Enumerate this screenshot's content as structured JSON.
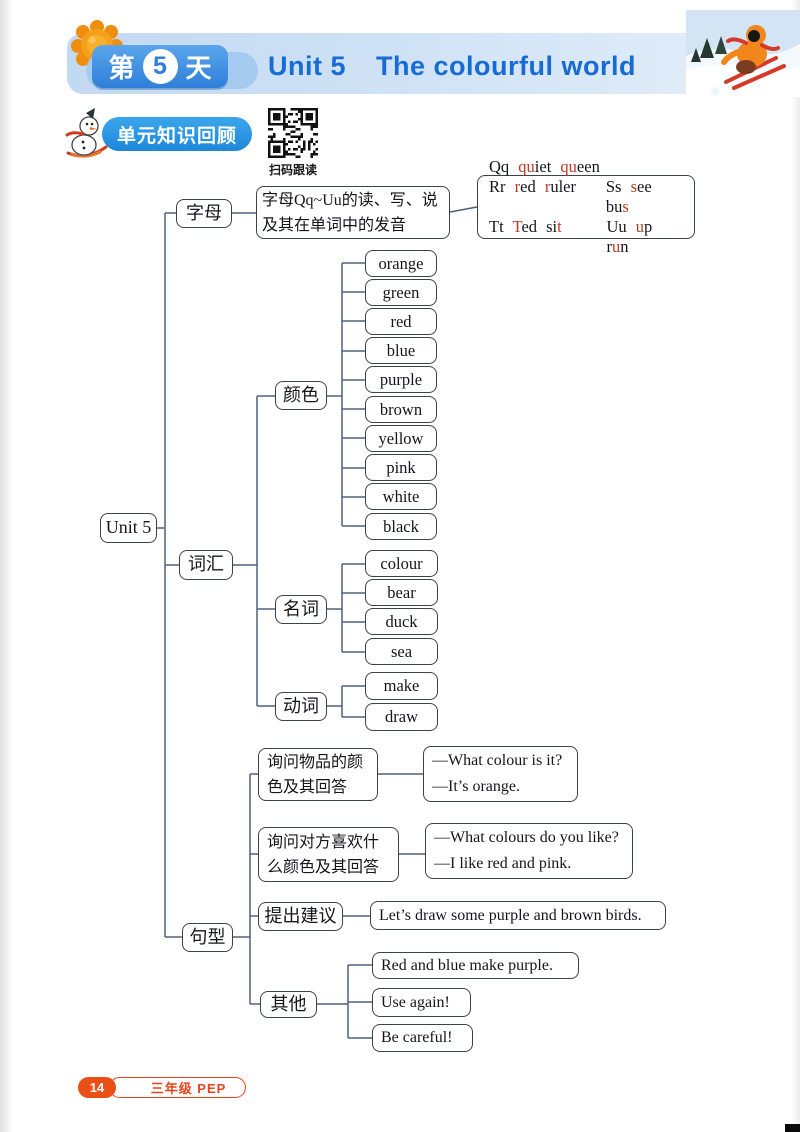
{
  "header": {
    "day_prefix": "第",
    "day_number": "5",
    "day_suffix": "天",
    "unit_label": "Unit 5",
    "unit_title": "The colourful world"
  },
  "review": {
    "badge": "单元知识回顾",
    "qr_caption": "扫码跟读"
  },
  "mindmap": {
    "root": "Unit 5",
    "letters": {
      "label": "字母",
      "desc1": "字母Qq~Uu的读、写、说",
      "desc2": "及其在单词中的发音",
      "phonics": [
        [
          [
            [
              "Qq ",
              "b"
            ],
            [
              "qu",
              "r"
            ],
            [
              "iet ",
              "b"
            ],
            [
              "qu",
              "r"
            ],
            [
              "een",
              "b"
            ]
          ]
        ],
        [
          [
            [
              "Rr ",
              "b"
            ],
            [
              "r",
              "r"
            ],
            [
              "ed ",
              "b"
            ],
            [
              "r",
              "r"
            ],
            [
              "uler",
              "b"
            ]
          ],
          [
            [
              "Ss ",
              "b"
            ],
            [
              "s",
              "r"
            ],
            [
              "ee ",
              "b"
            ],
            [
              "bu",
              "b"
            ],
            [
              "s",
              "r"
            ]
          ]
        ],
        [
          [
            [
              "Tt ",
              "b"
            ],
            [
              "T",
              "r"
            ],
            [
              "ed ",
              "b"
            ],
            [
              "si",
              "b"
            ],
            [
              "t",
              "r"
            ]
          ],
          [
            [
              "Uu ",
              "b"
            ],
            [
              "u",
              "r"
            ],
            [
              "p ",
              "b"
            ],
            [
              "r",
              "b"
            ],
            [
              "u",
              "r"
            ],
            [
              "n",
              "b"
            ]
          ]
        ]
      ]
    },
    "vocab": {
      "label": "词汇",
      "colors": {
        "label": "颜色",
        "items": [
          "orange",
          "green",
          "red",
          "blue",
          "purple",
          "brown",
          "yellow",
          "pink",
          "white",
          "black"
        ]
      },
      "nouns": {
        "label": "名词",
        "items": [
          "colour",
          "bear",
          "duck",
          "sea"
        ]
      },
      "verbs": {
        "label": "动词",
        "items": [
          "make",
          "draw"
        ]
      }
    },
    "sentences": {
      "label": "句型",
      "q1": {
        "topic1": "询问物品的颜",
        "topic2": "色及其回答",
        "ex1": "—What colour is it?",
        "ex2": "—It’s orange."
      },
      "q2": {
        "topic1": "询问对方喜欢什",
        "topic2": "么颜色及其回答",
        "ex1": "—What colours do you like?",
        "ex2": "—I like red and pink."
      },
      "suggest": {
        "topic": "提出建议",
        "example": "Let’s draw some purple and brown birds."
      },
      "other": {
        "topic": "其他",
        "items": [
          "Red and blue make purple.",
          "Use again!",
          "Be careful!"
        ]
      }
    }
  },
  "footer": {
    "page_number": "14",
    "edition": "三年级 PEP"
  },
  "colors": {
    "title_blue": "#176bd2",
    "badge_blue": "#2e7fd9",
    "review_blue": "#1e88d9",
    "highlight_red": "#bb3a26",
    "footer_orange": "#ea4f17",
    "wire": "#50607a"
  }
}
